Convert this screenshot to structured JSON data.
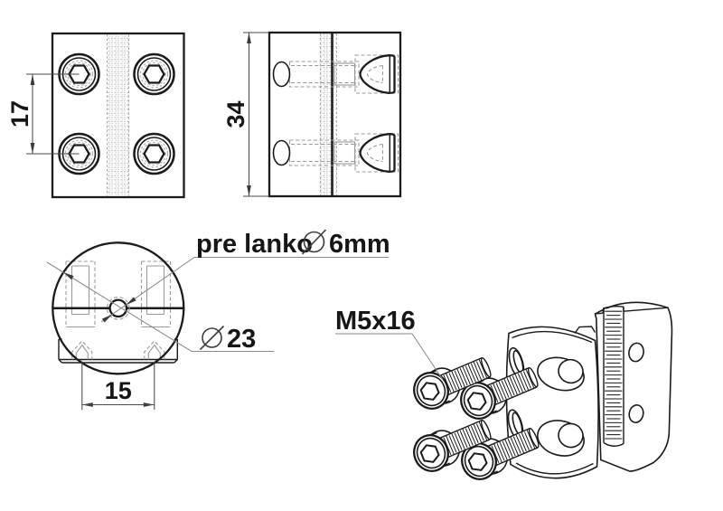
{
  "labels": {
    "cable_hole_prefix": "pre lanko",
    "cable_hole_dia_value": "6mm",
    "outer_dia_value": "23",
    "screw_spec": "M5x16"
  },
  "dimensions": {
    "hole_spacing_vertical": "17",
    "body_height": "34",
    "hole_spacing_bottom": "15"
  },
  "colors": {
    "line": "#1b1b1b",
    "hidden_line": "#9a9a9a",
    "dimension_line": "#4a4a4a",
    "thread_texture": "#b5b5b5",
    "background": "#ffffff"
  }
}
